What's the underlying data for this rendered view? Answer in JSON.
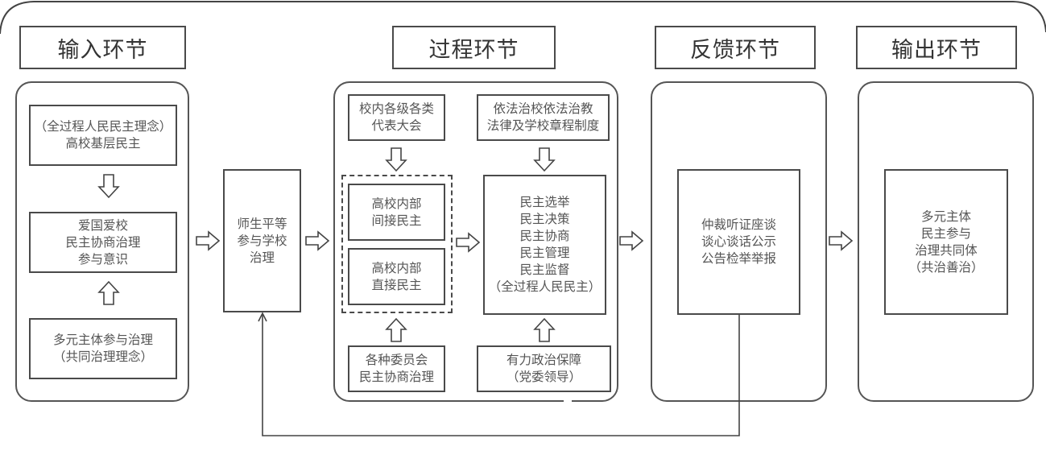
{
  "stages": {
    "input": {
      "title": "输入环节"
    },
    "process": {
      "title": "过程环节"
    },
    "feedback": {
      "title": "反馈环节"
    },
    "output": {
      "title": "输出环节"
    }
  },
  "input_group": {
    "box1": "（全过程人民民主理念）\n高校基层民主",
    "box2": "爱国爱校\n民主协商治理\n参与意识",
    "box3": "多元主体参与治理\n（共同治理理念）"
  },
  "bridge_box": "师生平等\n参与学校\n治理",
  "process_group": {
    "top_left": "校内各级各类\n代表大会",
    "top_right": "依法治校依法治教\n法律及学校章程制度",
    "indirect": "高校内部\n间接民主",
    "direct": "高校内部\n直接民主",
    "center": "民主选举\n民主决策\n民主协商\n民主管理\n民主监督\n（全过程人民民主）",
    "bottom_left": "各种委员会\n民主协商治理",
    "bottom_right": "有力政治保障\n（党委领导）"
  },
  "feedback_group": {
    "box": "仲裁听证座谈\n谈心谈话公示\n公告检举举报"
  },
  "output_group": {
    "box": "多元主体\n民主参与\n治理共同体\n（共治善治）"
  },
  "arrows": [
    {
      "from": "input-box1",
      "to": "input-box2",
      "icon": "hollow-arrow-down"
    },
    {
      "from": "input-box3",
      "to": "input-box2",
      "icon": "hollow-arrow-up"
    },
    {
      "from": "input-group",
      "to": "bridge-box",
      "icon": "hollow-arrow-right"
    },
    {
      "from": "bridge-box",
      "to": "process-group",
      "icon": "hollow-arrow-right"
    },
    {
      "from": "top-left",
      "to": "democracy-dashed-group",
      "icon": "hollow-arrow-down"
    },
    {
      "from": "top-right",
      "to": "center",
      "icon": "hollow-arrow-down"
    },
    {
      "from": "bottom-left",
      "to": "democracy-dashed-group",
      "icon": "hollow-arrow-up"
    },
    {
      "from": "bottom-right",
      "to": "center",
      "icon": "hollow-arrow-up"
    },
    {
      "from": "democracy-dashed-group",
      "to": "center",
      "icon": "hollow-arrow-right"
    },
    {
      "from": "process-group",
      "to": "feedback-group",
      "icon": "hollow-arrow-right"
    },
    {
      "from": "feedback-group",
      "to": "output-group",
      "icon": "hollow-arrow-right"
    },
    {
      "from": "feedback-box",
      "to": "bridge-box",
      "icon": "feedback-loop-line"
    }
  ]
}
